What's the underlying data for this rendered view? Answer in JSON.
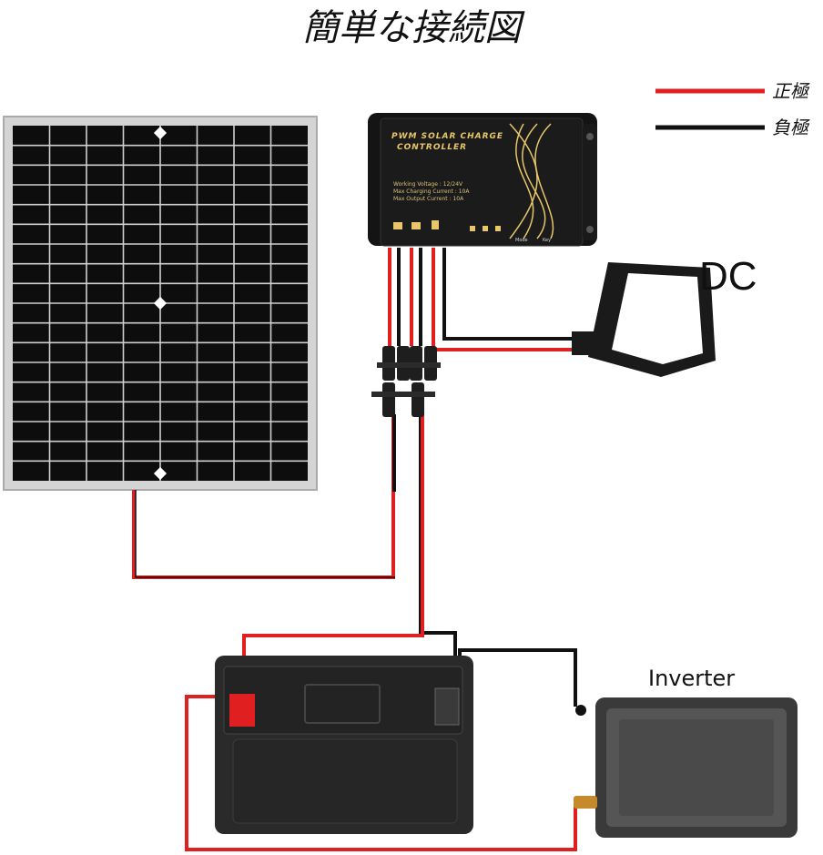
{
  "title": "簡単な接続図",
  "legend": {
    "positive": {
      "label": "正極",
      "color": "#e02020"
    },
    "negative": {
      "label": "負極",
      "color": "#111111"
    }
  },
  "labels": {
    "dc": "DC",
    "inverter": "Inverter"
  },
  "controller": {
    "title_line1": "PWM SOLAR CHARGE",
    "title_line2": "CONTROLLER",
    "specs": [
      "Working Voltage : 12/24V",
      "Max Charging Current : 10A",
      "Max Output Current : 10A"
    ],
    "buttons": [
      "Mode",
      "Key"
    ]
  },
  "colors": {
    "positive_wire": "#e02020",
    "negative_wire": "#111111",
    "panel_frame": "#cfcfcf",
    "panel_cell": "#0d0d0d",
    "controller_body": "#141414",
    "controller_accent": "#e8c76a",
    "battery_body": "#2a2a2a",
    "battery_positive": "#e02020",
    "inverter_body": "#3a3a3a"
  },
  "icons": [
    "solar-panel",
    "charge-controller",
    "mc4-connector",
    "dc-lamp",
    "battery",
    "inverter"
  ]
}
